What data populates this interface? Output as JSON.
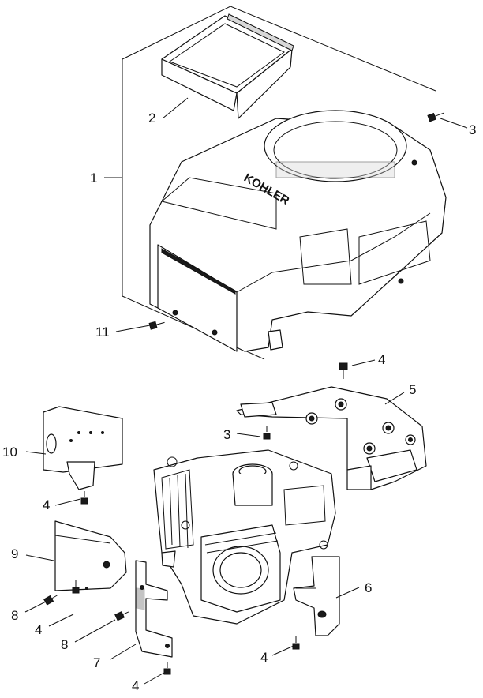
{
  "diagram": {
    "logo_text": "KOHLER",
    "callouts": [
      {
        "id": "c1",
        "label": "1"
      },
      {
        "id": "c2",
        "label": "2"
      },
      {
        "id": "c3a",
        "label": "3"
      },
      {
        "id": "c11",
        "label": "11"
      },
      {
        "id": "c4a",
        "label": "4"
      },
      {
        "id": "c5",
        "label": "5"
      },
      {
        "id": "c3b",
        "label": "3"
      },
      {
        "id": "c10",
        "label": "10"
      },
      {
        "id": "c4b",
        "label": "4"
      },
      {
        "id": "c9",
        "label": "9"
      },
      {
        "id": "c6",
        "label": "6"
      },
      {
        "id": "c8a",
        "label": "8"
      },
      {
        "id": "c4c",
        "label": "4"
      },
      {
        "id": "c8b",
        "label": "8"
      },
      {
        "id": "c7",
        "label": "7"
      },
      {
        "id": "c4d",
        "label": "4"
      },
      {
        "id": "c4e",
        "label": "4"
      }
    ]
  }
}
